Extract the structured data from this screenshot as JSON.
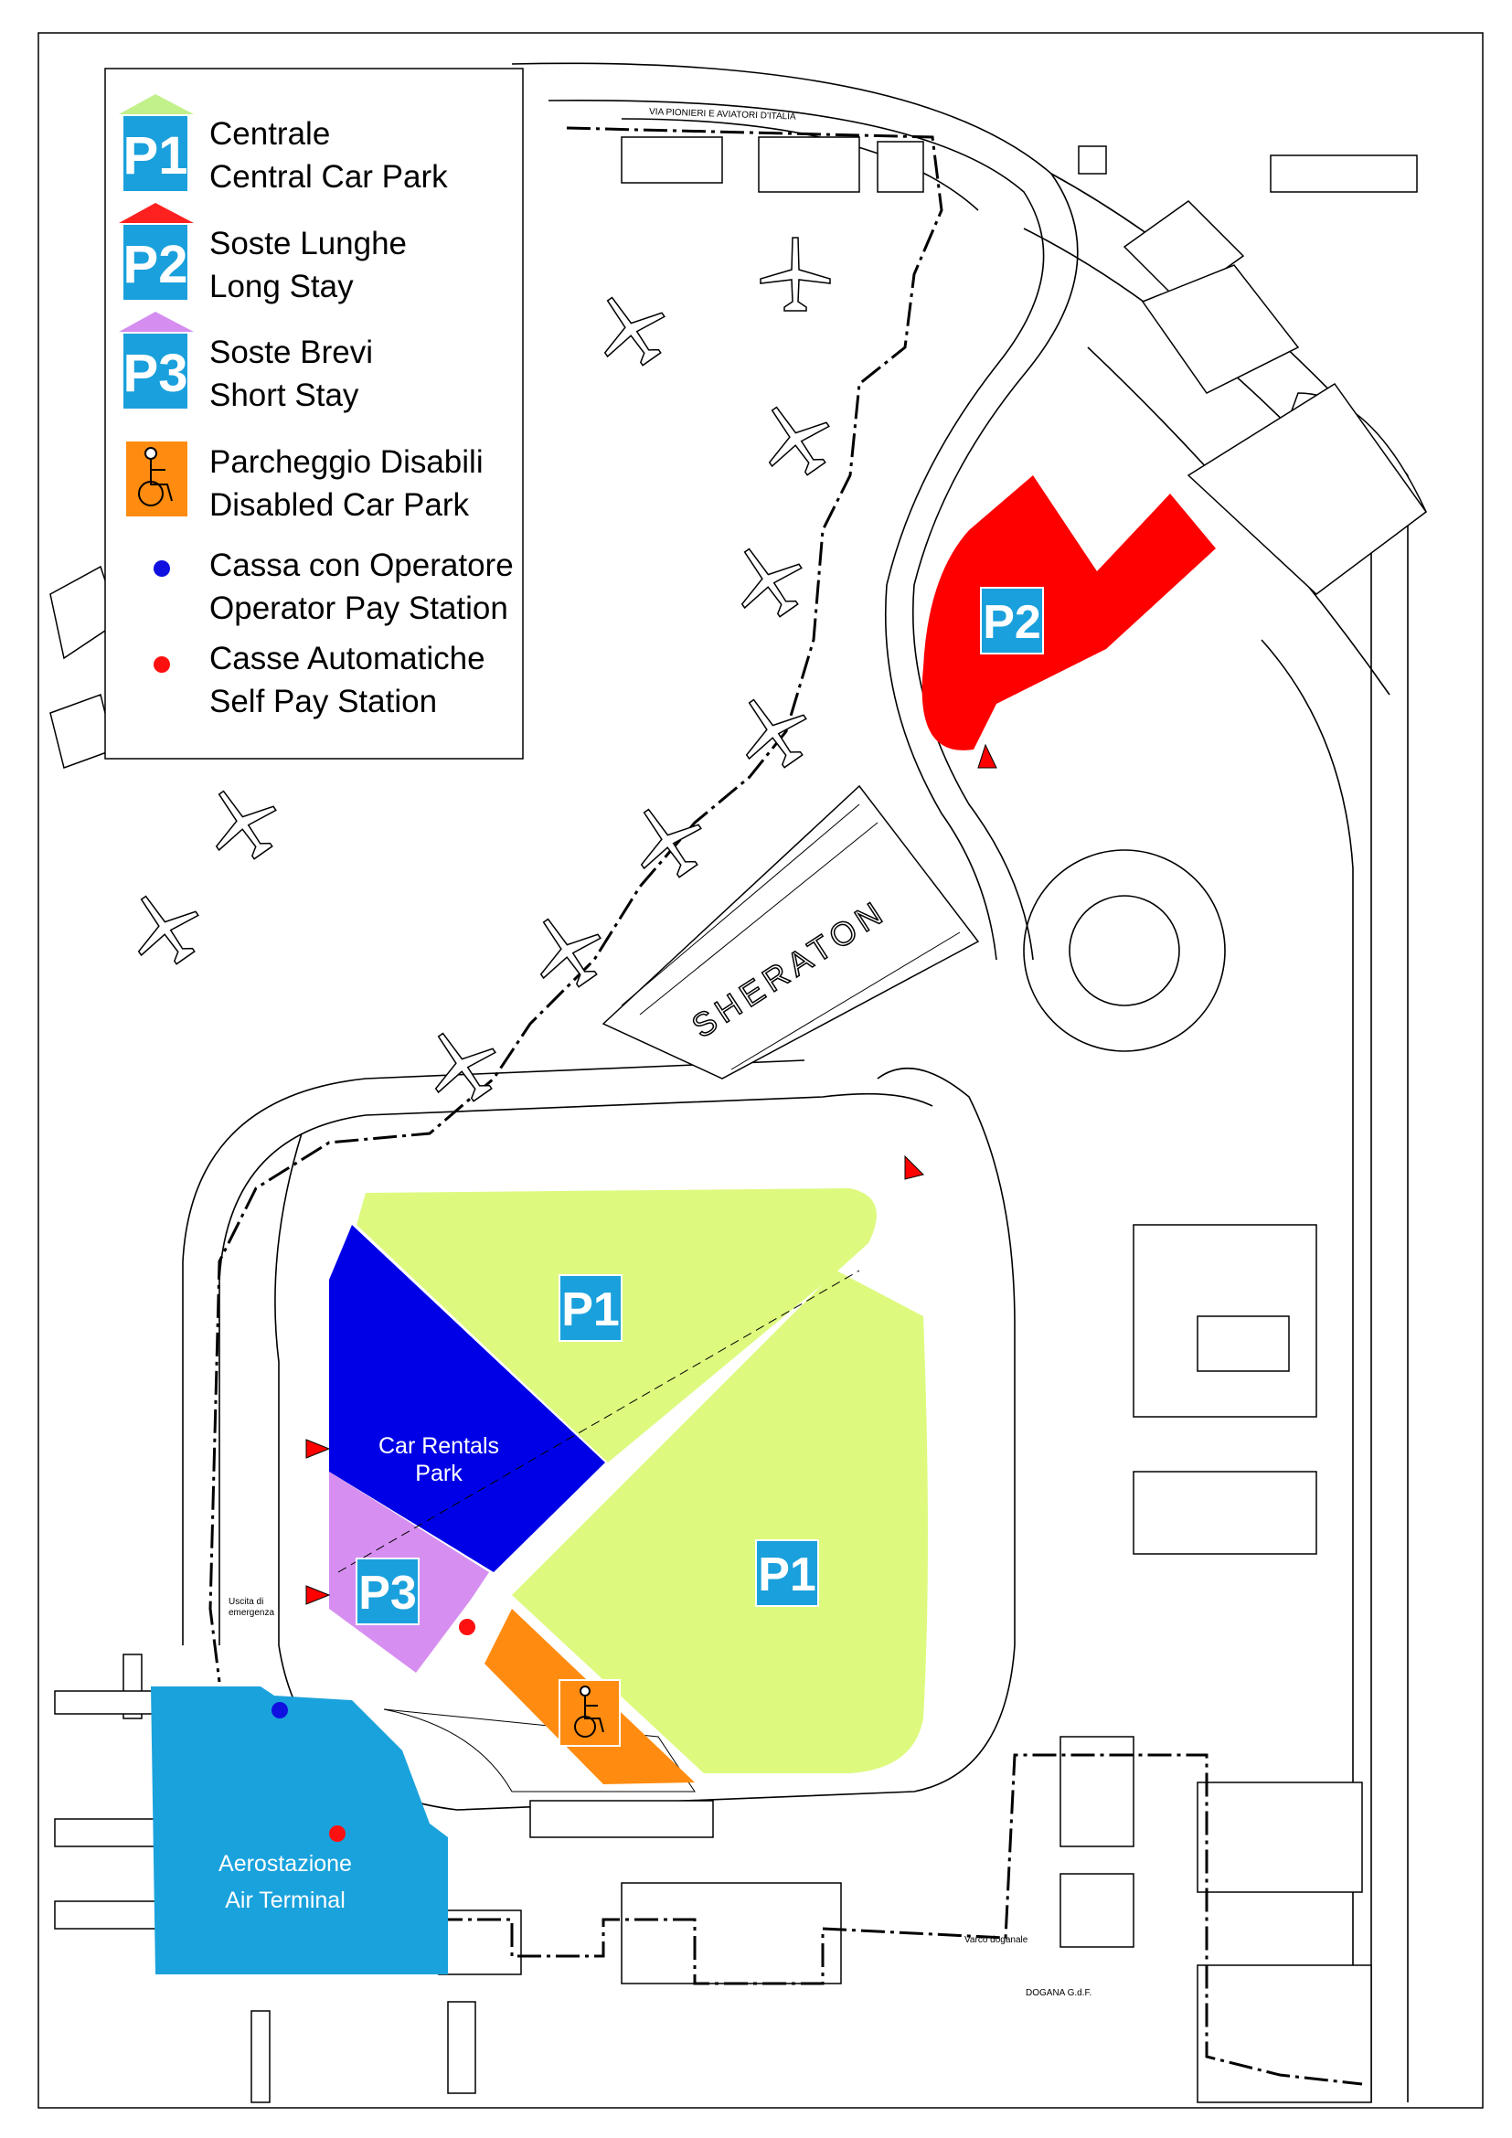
{
  "legend": {
    "p1": {
      "badge": "P1",
      "line1": "Centrale",
      "line2": "Central Car Park",
      "marker_color": "#c2f08a"
    },
    "p2": {
      "badge": "P2",
      "line1": "Soste Lunghe",
      "line2": "Long Stay",
      "marker_color": "#ff2020"
    },
    "p3": {
      "badge": "P3",
      "line1": "Soste Brevi",
      "line2": "Short Stay",
      "marker_color": "#d58ef0"
    },
    "disabled": {
      "line1": "Parcheggio Disabili",
      "line2": "Disabled Car Park",
      "icon": "wheelchair-icon"
    },
    "operator": {
      "line1": "Cassa con Operatore",
      "line2": "Operator Pay Station",
      "dot_color": "#1010e0"
    },
    "self": {
      "line1": "Casse Automatiche",
      "line2": "Self Pay Station",
      "dot_color": "#ff1010"
    }
  },
  "labels": {
    "p1_north": "P1",
    "p1_south": "P1",
    "p2": "P2",
    "p3": "P3",
    "car_rentals_line1": "Car Rentals",
    "car_rentals_line2": "Park",
    "terminal_line1": "Aerostazione",
    "terminal_line2": "Air Terminal",
    "sheraton": "SHERATON",
    "street": "VIA PIONIERI E AVIATORI D'ITALIA",
    "emergency_exit_line1": "Uscita di",
    "emergency_exit_line2": "emergenza",
    "customs_gate": "Varco doganale",
    "customs": "DOGANA G.d.F."
  },
  "colors": {
    "p1": "#ddfa7e",
    "p2": "#ff0000",
    "p3": "#d68ff0",
    "car_rentals": "#0000e6",
    "disabled": "#ff8c10",
    "terminal": "#1aa2dc",
    "badge": "#1aa0dc"
  }
}
